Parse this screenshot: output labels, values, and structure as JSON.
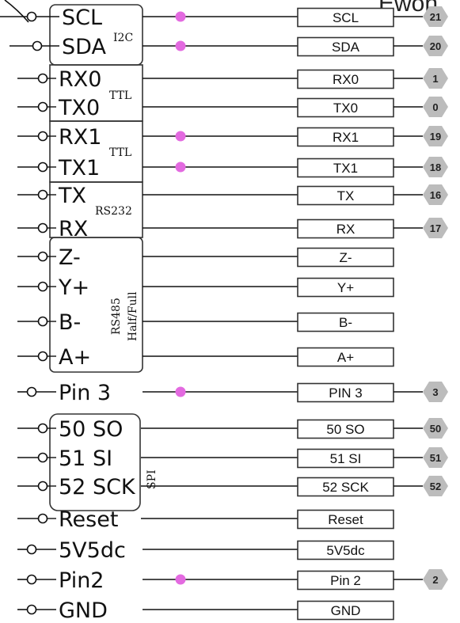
{
  "header": {
    "title_fragment": "Ewon"
  },
  "colors": {
    "line": "#111111",
    "dot": "#e36ae0",
    "badge_fill": "#bcbcbc",
    "box_border": "#333333"
  },
  "groups": {
    "i2c": "I2C",
    "ttl0": "TTL",
    "ttl1": "TTL",
    "rs232": "RS232",
    "rs485_a": "RS485",
    "rs485_b": "Half/Full",
    "spi": "SPI"
  },
  "pins": [
    {
      "label": "SCL",
      "signal": "SCL",
      "dot": true,
      "gpio": "21"
    },
    {
      "label": "SDA",
      "signal": "SDA",
      "dot": true,
      "gpio": "20"
    },
    {
      "label": "RX0",
      "signal": "RX0",
      "dot": false,
      "gpio": "1"
    },
    {
      "label": "TX0",
      "signal": "TX0",
      "dot": false,
      "gpio": "0"
    },
    {
      "label": "RX1",
      "signal": "RX1",
      "dot": true,
      "gpio": "19"
    },
    {
      "label": "TX1",
      "signal": "TX1",
      "dot": true,
      "gpio": "18"
    },
    {
      "label": "TX",
      "signal": "TX",
      "dot": false,
      "gpio": "16"
    },
    {
      "label": "RX",
      "signal": "RX",
      "dot": false,
      "gpio": "17"
    },
    {
      "label": "Z-",
      "signal": "Z-",
      "dot": false,
      "gpio": ""
    },
    {
      "label": "Y+",
      "signal": "Y+",
      "dot": false,
      "gpio": ""
    },
    {
      "label": "B-",
      "signal": "B-",
      "dot": false,
      "gpio": ""
    },
    {
      "label": "A+",
      "signal": "A+",
      "dot": false,
      "gpio": ""
    },
    {
      "label": "Pin 3",
      "signal": "PIN 3",
      "dot": true,
      "gpio": "3"
    },
    {
      "label": "50 SO",
      "signal": "50 SO",
      "dot": false,
      "gpio": "50"
    },
    {
      "label": "51 SI",
      "signal": "51 SI",
      "dot": false,
      "gpio": "51"
    },
    {
      "label": "52 SCK",
      "signal": "52 SCK",
      "dot": false,
      "gpio": "52"
    },
    {
      "label": "Reset",
      "signal": "Reset",
      "dot": false,
      "gpio": ""
    },
    {
      "label": "5V5dc",
      "signal": "5V5dc",
      "dot": false,
      "gpio": ""
    },
    {
      "label": "Pin2",
      "signal": "Pin 2",
      "dot": true,
      "gpio": "2"
    },
    {
      "label": "GND",
      "signal": "GND",
      "dot": false,
      "gpio": ""
    }
  ]
}
